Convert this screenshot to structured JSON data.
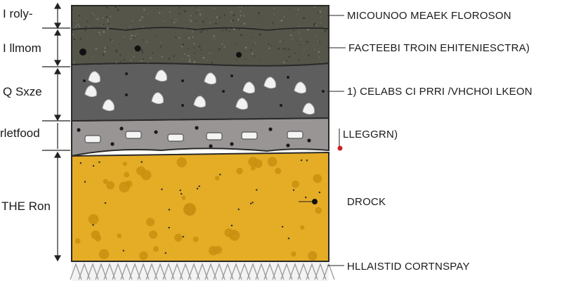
{
  "left_labels": [
    {
      "key": "top",
      "text": "I roly-"
    },
    {
      "key": "second",
      "text": "I llmom"
    },
    {
      "key": "third",
      "text": "Q Sxze"
    },
    {
      "key": "fourth",
      "text": "rletfood"
    },
    {
      "key": "fifth",
      "text": "THE Ron"
    }
  ],
  "right_labels": [
    {
      "key": "top",
      "text": "MICOUNOO MEAEK FLOROSON"
    },
    {
      "key": "second",
      "text": "FACTEEBI TROIN EHITENIESCTRA)"
    },
    {
      "key": "third",
      "text": "1) CELABS CI PRRI /VHCHOI LKEON"
    },
    {
      "key": "fourth",
      "text": "LLEGGRN)"
    },
    {
      "key": "fifth",
      "text": "DROCK"
    },
    {
      "key": "bottom",
      "text": "HLLAISTID CORTNSPAY"
    }
  ],
  "colors": {
    "topsoil": "#55554a",
    "gravel": "#5e5e5e",
    "rocky": "#9a9595",
    "sand": "#e5ac25",
    "sand_dots": "#cf9710",
    "bedrock_hatch": "#9a9a9a",
    "accent_red": "#cc2222"
  }
}
